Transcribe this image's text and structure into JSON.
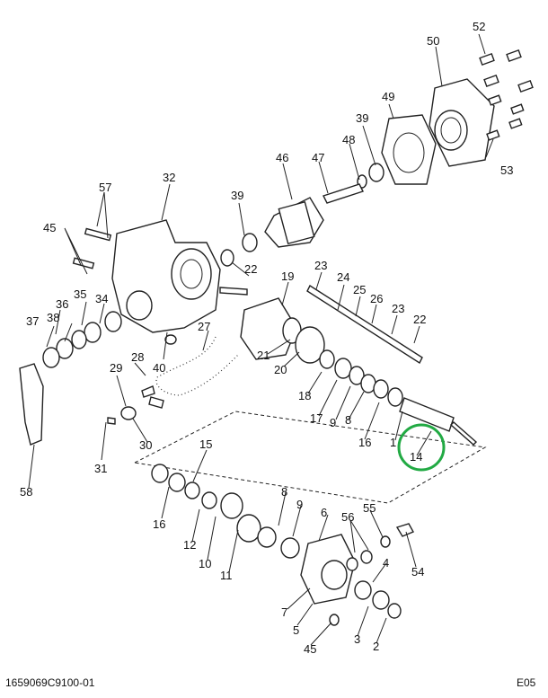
{
  "footer": {
    "drawing_number": "1659069C9100-01",
    "page_code": "E05"
  },
  "callouts": {
    "c52": "52",
    "c50": "50",
    "c49": "49",
    "c39a": "39",
    "c48": "48",
    "c47": "47",
    "c46": "46",
    "c53": "53",
    "c57": "57",
    "c32": "32",
    "c39b": "39",
    "c45a": "45",
    "c22a": "22",
    "c19": "19",
    "c23a": "23",
    "c24": "24",
    "c25": "25",
    "c26": "26",
    "c23b": "23",
    "c22b": "22",
    "c36": "36",
    "c35": "35",
    "c34": "34",
    "c37": "37",
    "c38": "38",
    "c27": "27",
    "c28": "28",
    "c40": "40",
    "c29": "29",
    "c21": "21",
    "c20": "20",
    "c18": "18",
    "c17": "17",
    "c9a": "9",
    "c8a": "8",
    "c16a": "16",
    "c1": "1",
    "c14": "14",
    "c30": "30",
    "c31": "31",
    "c58": "58",
    "c15": "15",
    "c16b": "16",
    "c12": "12",
    "c10": "10",
    "c11": "11",
    "c8b": "8",
    "c9b": "9",
    "c6": "6",
    "c56": "56",
    "c55": "55",
    "c54": "54",
    "c4": "4",
    "c7": "7",
    "c5": "5",
    "c3": "3",
    "c2": "2",
    "c45b": "45"
  },
  "highlight": {
    "part": "14",
    "color": "#22aa44"
  }
}
